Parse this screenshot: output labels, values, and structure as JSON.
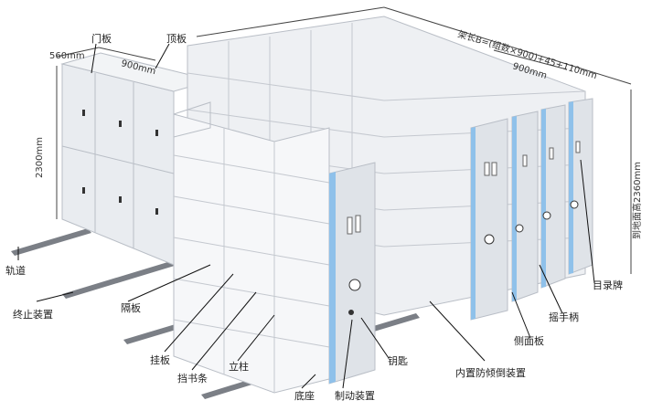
{
  "dimensions": {
    "depth_560": "560mm",
    "width_900_left": "900mm",
    "height_2300": "2300mm",
    "length_formula": "架长B=(组数×900)+45+110mm",
    "width_900_right": "900mm",
    "overall_height": "到地面高2360mm"
  },
  "labels": {
    "door": "门板",
    "top": "顶板",
    "rail": "轨道",
    "stop": "终止装置",
    "partition": "隔板",
    "hanging_plate": "挂板",
    "book_stop": "挡书条",
    "upright": "立柱",
    "base": "底座",
    "brake": "制动装置",
    "key": "钥匙",
    "anti_tip": "内置防倾倒装置",
    "side_panel": "侧面板",
    "crank": "摇手柄",
    "catalog": "目录牌"
  },
  "colors": {
    "body": "#eef0f3",
    "shelf": "#f6f7f9",
    "edge": "#b9bec6",
    "accent_blue": "#8fc1ea",
    "leader": "#111111"
  }
}
